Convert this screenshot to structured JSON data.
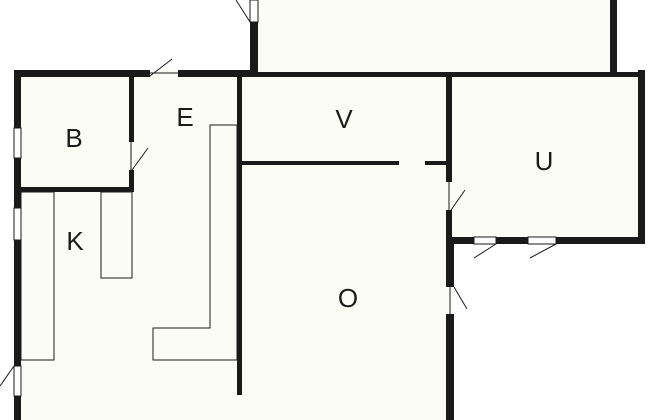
{
  "rooms": {
    "b": {
      "label": "B"
    },
    "e": {
      "label": "E"
    },
    "v": {
      "label": "V"
    },
    "u": {
      "label": "U"
    },
    "k": {
      "label": "K"
    },
    "o": {
      "label": "O"
    }
  },
  "colors": {
    "wall": "#1a1a1a",
    "floor": "#fcfcf7",
    "background": "#ffffff"
  }
}
